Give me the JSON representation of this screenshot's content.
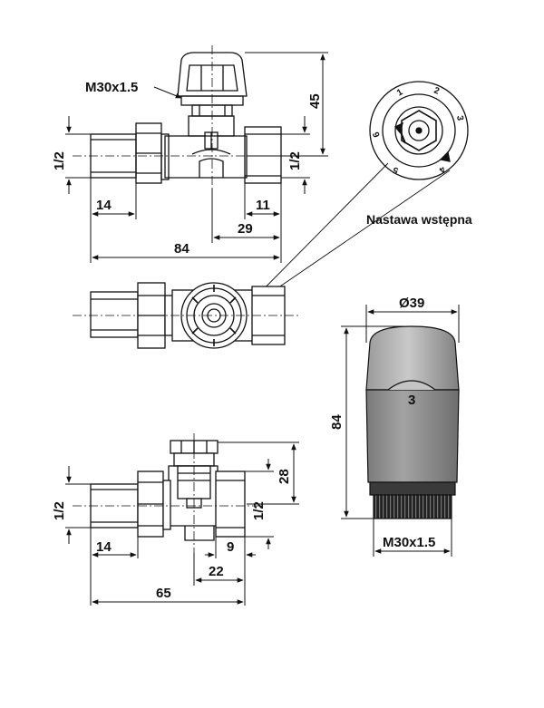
{
  "labels": {
    "thread_top": "M30x1.5",
    "dim_45": "45",
    "dim_half_left_1": "1/2",
    "dim_half_right_1": "1/2",
    "dim_14_1": "14",
    "dim_11": "11",
    "dim_29": "29",
    "dim_84_1": "84",
    "preset": "Nastawa wstępna",
    "dia_39": "Ø39",
    "dim_84_2": "84",
    "head_mark": "3",
    "thread_bottom": "M30x1.5",
    "dim_28": "28",
    "dim_half_left_2": "1/2",
    "dim_half_right_2": "1/2",
    "dim_14_2": "14",
    "dim_9": "9",
    "dim_22": "22",
    "dim_65": "65"
  },
  "dial": {
    "marks": [
      "1",
      "2",
      "3",
      "4",
      "5",
      "6"
    ]
  },
  "colors": {
    "line": "#111111",
    "head_gray": "#8c8c8c",
    "head_light": "#b5b5b5",
    "head_dark": "#555555"
  }
}
